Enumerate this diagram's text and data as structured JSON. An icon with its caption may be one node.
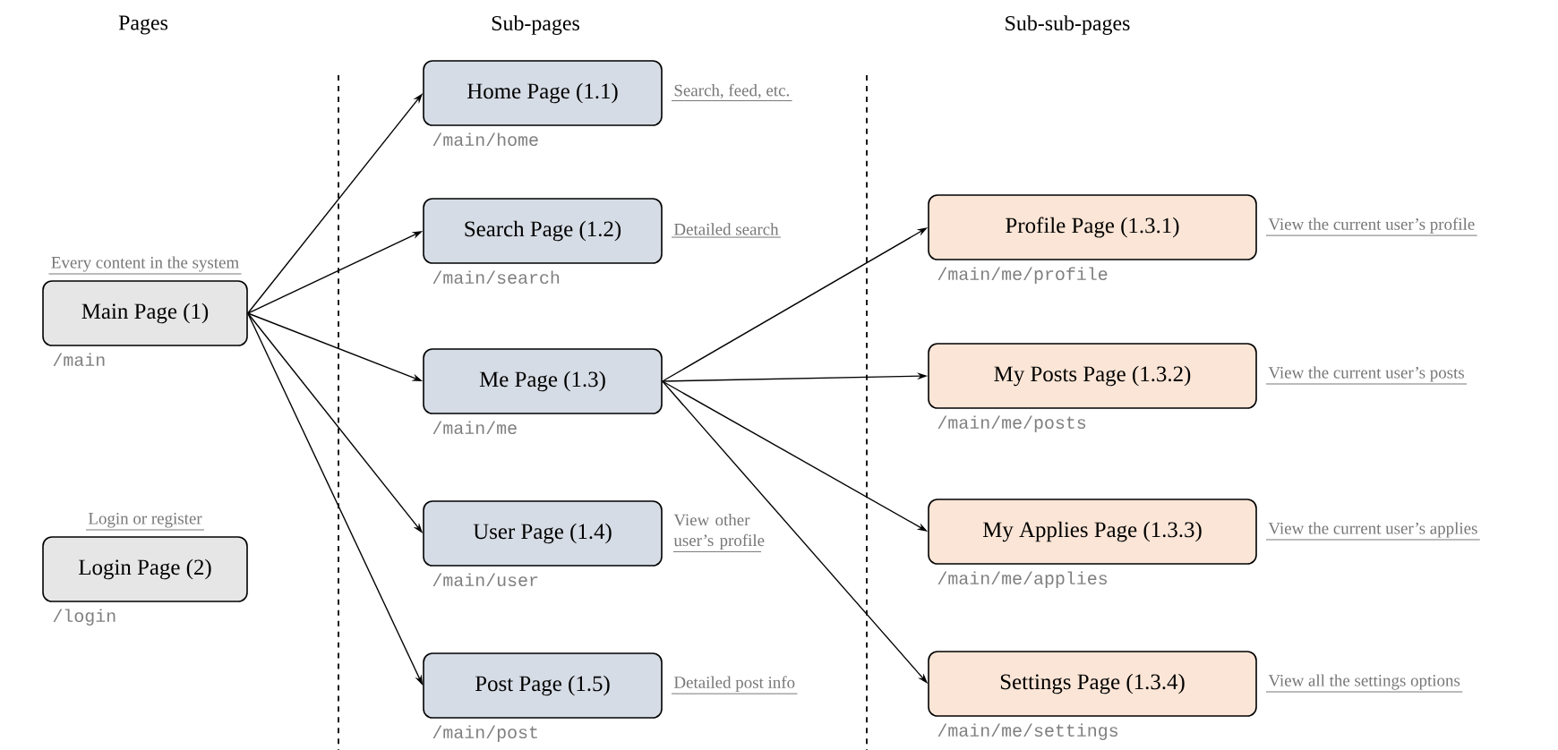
{
  "diagram": {
    "nodes": [
      {
        "text": [
          "Main Page (1)"
        ],
        "beside": [
          "Every content in the system",
          "/main"
        ]
      },
      {
        "text": [
          "Login Page (2)"
        ],
        "beside": [
          "Login or register",
          "/login"
        ]
      },
      {
        "text": [
          "Home Page (1.1)"
        ],
        "beside": [
          "Search, feed, etc.",
          "/main/home"
        ]
      },
      {
        "text": [
          "Search Page (1.2)"
        ],
        "beside": [
          "Detailed search",
          "/main/search"
        ]
      },
      {
        "text": [
          "Me Page (1.3)"
        ],
        "beside": [
          "/main/me"
        ]
      },
      {
        "text": [
          "User Page (1.4)"
        ],
        "beside": [
          "View other user’s profile",
          "/main/user"
        ]
      },
      {
        "text": [
          "Post Page (1.5)"
        ],
        "beside": [
          "Detailed post info",
          "/main/post"
        ]
      },
      {
        "text": [
          "Profile Page (1.3.1)"
        ],
        "beside": [
          "View the current user’s profile",
          "/main/me/profile"
        ]
      },
      {
        "text": [
          "My Posts Page (1.3.2)"
        ],
        "beside": [
          "View the current user’s posts",
          "/main/me/posts"
        ]
      },
      {
        "text": [
          "My Applies Page (1.3.3)"
        ],
        "beside": [
          "View the current user’s applies",
          "/main/me/applies"
        ]
      },
      {
        "text": [
          "Settings Page (1.3.4)"
        ],
        "beside": [
          "View all the settings options",
          "/main/me/settings"
        ]
      }
    ],
    "edges": [
      {
        "from": 0,
        "to": 2,
        "arrow": "to"
      },
      {
        "from": 0,
        "to": 3,
        "arrow": "to"
      },
      {
        "from": 0,
        "to": 4,
        "arrow": "to"
      },
      {
        "from": 0,
        "to": 5,
        "arrow": "to"
      },
      {
        "from": 0,
        "to": 6,
        "arrow": "to"
      },
      {
        "from": 4,
        "to": 7,
        "arrow": "to"
      },
      {
        "from": 4,
        "to": 8,
        "arrow": "to"
      },
      {
        "from": 4,
        "to": 9,
        "arrow": "to"
      },
      {
        "from": 4,
        "to": 10,
        "arrow": "to"
      }
    ],
    "labels": [
      "Pages",
      "Sub-pages",
      "Sub-sub-pages"
    ]
  }
}
